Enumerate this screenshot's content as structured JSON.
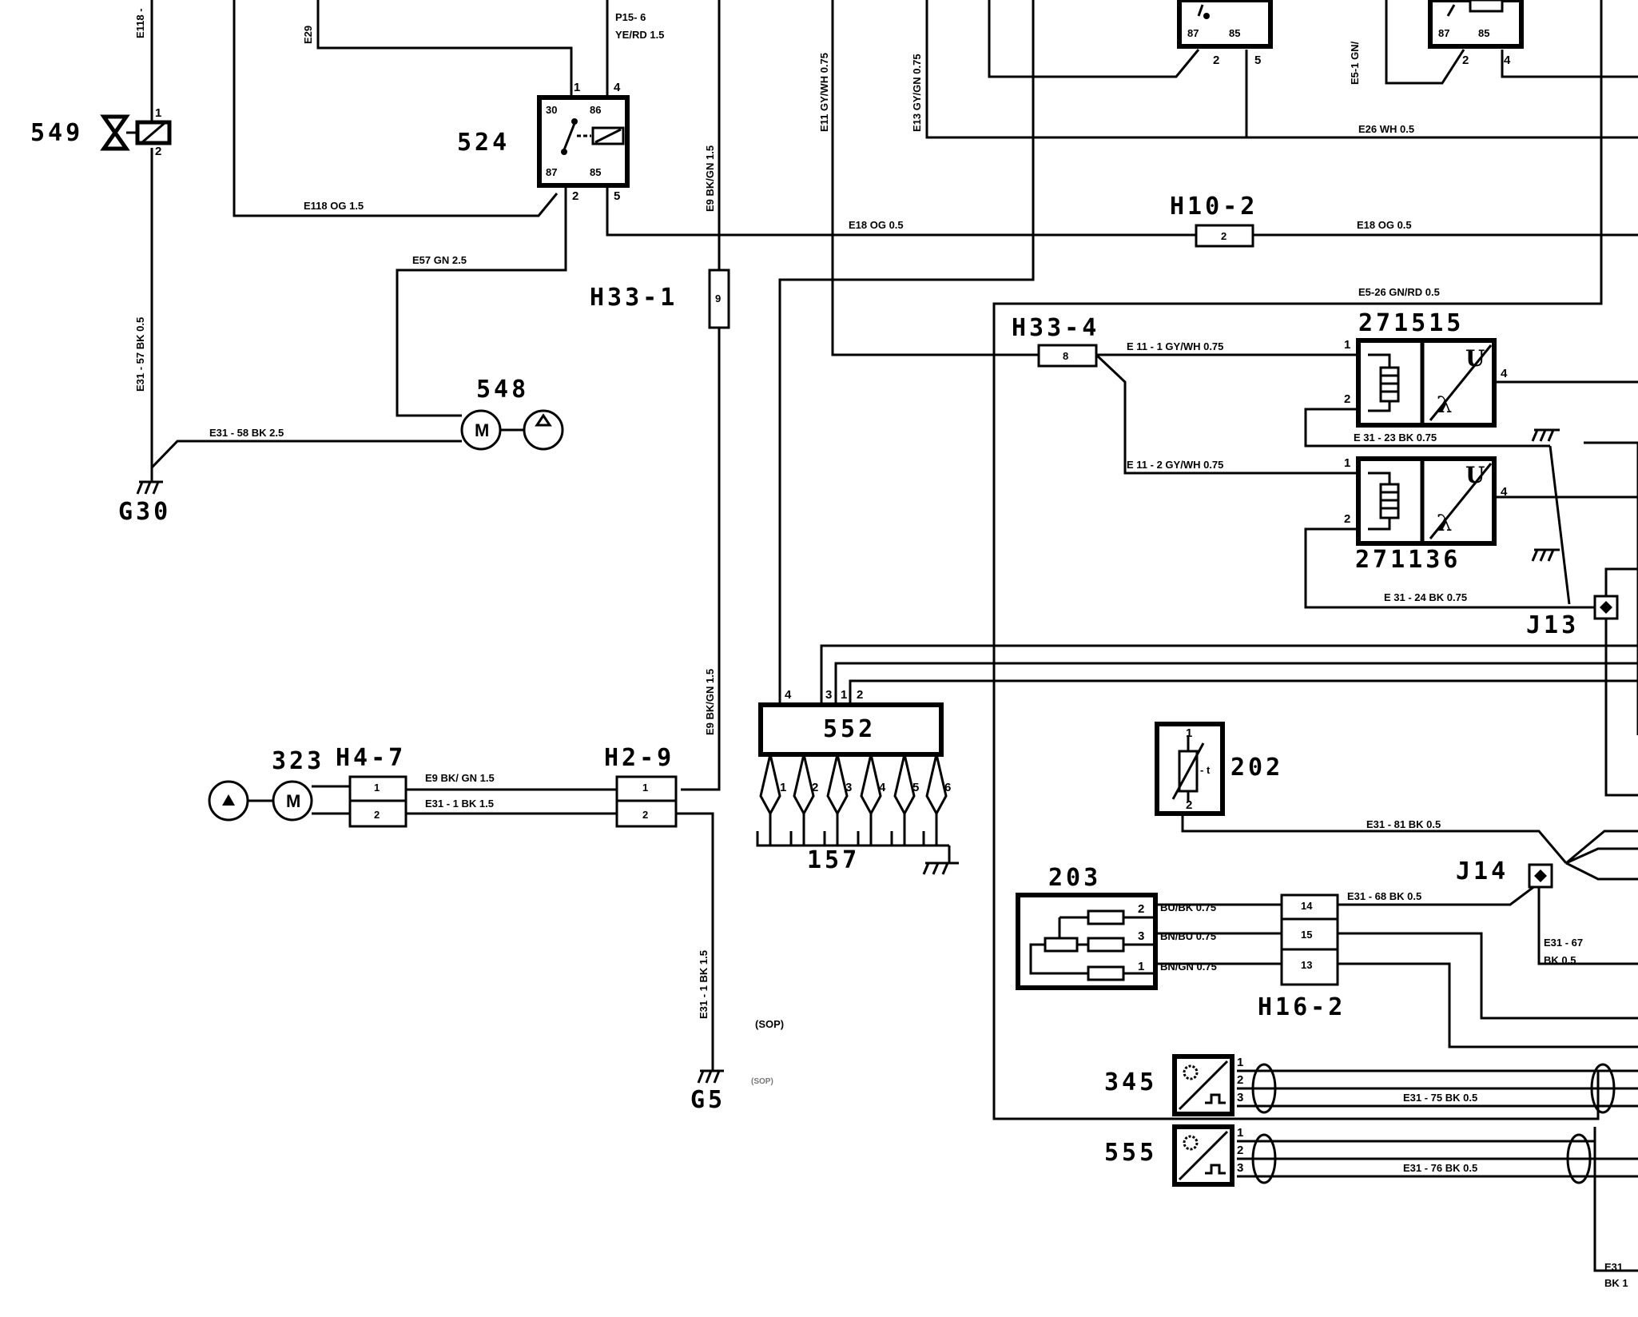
{
  "components": {
    "c549": "549",
    "c524": "524",
    "c548": "548",
    "g30": "G30",
    "h33_1": "H33-1",
    "c323": "323",
    "h4_7": "H4-7",
    "h2_9": "H2-9",
    "g5": "G5",
    "c552": "552",
    "c157": "157",
    "h10_2": "H10-2",
    "h33_4": "H33-4",
    "c271515": "271515",
    "c271136": "271136",
    "j13": "J13",
    "c202": "202",
    "c203": "203",
    "j14": "J14",
    "h16_2": "H16-2",
    "c345": "345",
    "c555": "555"
  },
  "wires": {
    "e118_top": "E118 -",
    "e29": "E29",
    "p15_6": "P15- 6",
    "p15_6b": "YE/RD  1.5",
    "e118": "E118  OG  1.5",
    "e57": "E57   GN   2.5",
    "e31_57": "E31 - 57   BK  0.5",
    "e31_58": "E31 - 58   BK   2.5",
    "e9_v1": "E9   BK/GN 1.5",
    "e11": "E11  GY/WH  0.75",
    "e13": "E13  GY/GN  0.75",
    "e5_1": "E5-1  GN/",
    "e26": "E26   WH    0.5",
    "e18a": "E18   OG   0.5",
    "e18b": "E18   OG    0.5",
    "e5_26": "E5-26  GN/RD   0.5",
    "e11_1": "E 11 - 1  GY/WH   0.75",
    "e11_2": "E 11 - 2  GY/WH   0.75",
    "e31_23": "E 31 - 23   BK  0.75",
    "e31_24": "E 31 - 24   BK   0.75",
    "e9_v2": "E9   BK/GN  1.5",
    "e9_h": "E9   BK/ GN  1.5",
    "e31_1_h": "E31 - 1    BK  1.5",
    "e31_1_v": "E31 - 1   BK  1.5",
    "sop": "(SOP)",
    "sop_faint": "(SOP)",
    "e31_81": "E31 - 81   BK   0.5",
    "bu_bk": "BU/BK   0.75",
    "bn_bu": "BN/BU   0.75",
    "bn_gn": "BN/GN   0.75",
    "e31_68": "E31 - 68  BK  0.5",
    "e31_67a": "E31 - 67",
    "e31_67b": "BK   0.5",
    "e31_75": "E31   - 75   BK    0.5",
    "e31_76": "E31   - 76   BK    0.5",
    "e31_end_a": "E31",
    "e31_end_b": "BK  1"
  },
  "pins": {
    "p1": "1",
    "p2": "2",
    "p3": "3",
    "p4": "4",
    "p5": "5",
    "p6": "6",
    "p8": "8",
    "p9": "9",
    "p13": "13",
    "p14": "14",
    "p15": "15",
    "p30": "30",
    "p85": "85",
    "p86": "86",
    "p87": "87"
  },
  "symbols": {
    "u": "U",
    "lambda": "λ",
    "t": "- t"
  }
}
